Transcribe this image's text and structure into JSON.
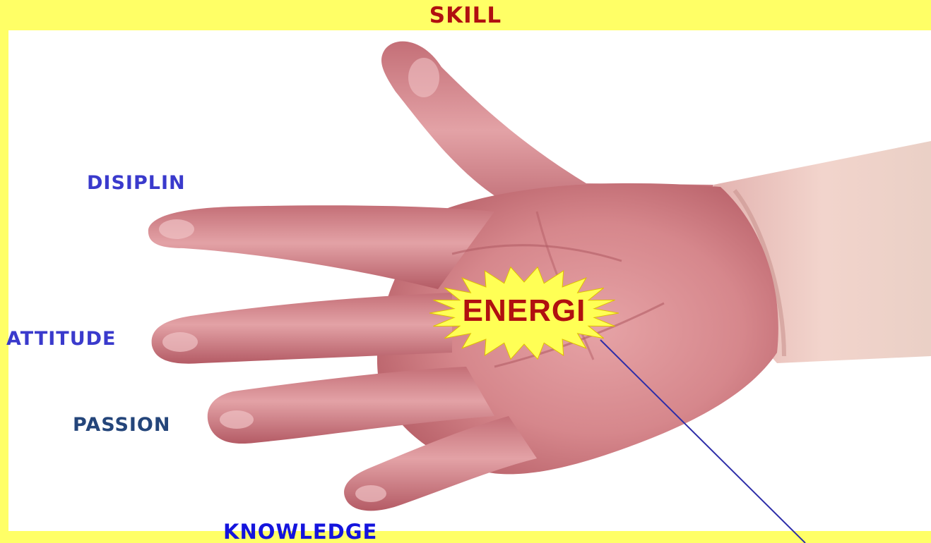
{
  "slide": {
    "title": "SKILL",
    "center_label": "ENERGI",
    "finger_labels": {
      "index": "DISIPLIN",
      "middle": "ATTITUDE",
      "ring": "PASSION",
      "little": "KNOWLEDGE"
    }
  },
  "colors": {
    "background": "#ffff66",
    "panel": "#ffffff",
    "title_text": "#b01010",
    "energi_text": "#b01010",
    "energi_burst": "#ffff55",
    "finger_label_blue": "#3a3acc",
    "passion_label": "#24457a",
    "knowledge_label": "#1414dd",
    "pointer_line": "#2d2da8",
    "skin": "#d98a8e"
  },
  "icons": {
    "hand": "open-hand-palm-image",
    "burst": "starburst-shape"
  }
}
